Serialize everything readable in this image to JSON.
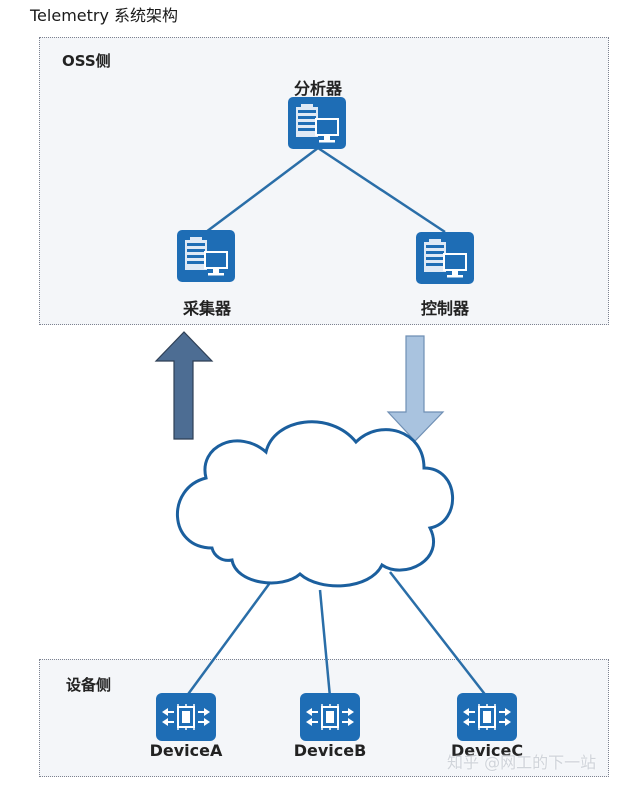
{
  "title": "Telemetry 系统架构",
  "oss_zone": {
    "label": "OSS侧",
    "nodes": {
      "analyzer": "分析器",
      "collector": "采集器",
      "controller": "控制器"
    }
  },
  "device_zone": {
    "label": "设备侧",
    "devices": [
      "DeviceA",
      "DeviceB",
      "DeviceC"
    ]
  },
  "watermark": "知乎 @网工的下一站",
  "colors": {
    "server_icon": "#1e6db5",
    "device_icon": "#1e6db5",
    "link_line": "#2a6ea8",
    "up_arrow": "#4d6d93",
    "down_arrow": "#a9c3df",
    "cloud_stroke": "#1b5f9e"
  },
  "icons": {
    "server": "server-terminal-icon",
    "device": "chip-device-icon",
    "network": "cloud-icon"
  }
}
